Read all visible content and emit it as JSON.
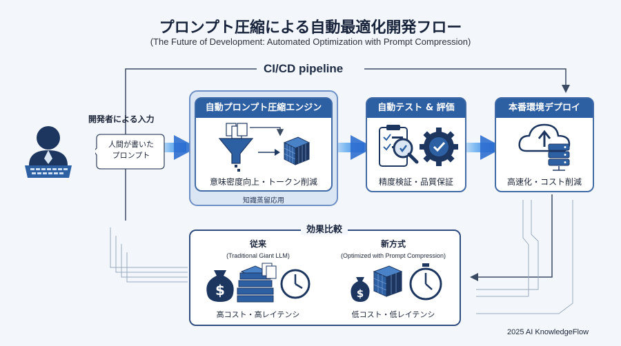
{
  "title": "プロンプト圧縮による自動最適化開発フロー",
  "subtitle": "(The Future of Development: Automated Optimization with Prompt Compression)",
  "pipeline": {
    "label": "CI/CD pipeline"
  },
  "input": {
    "heading": "開発者による入力",
    "bubble_line1": "人間が書いた",
    "bubble_line2": "プロンプト"
  },
  "engine": {
    "header": "自動プロンプト圧縮エンジン",
    "caption": "意味密度向上・トークン削減",
    "footer": "知識蒸留応用"
  },
  "testing": {
    "header": "自動テスト & 評価",
    "caption": "精度検証・品質保証"
  },
  "deploy": {
    "header": "本番環境デプロイ",
    "caption": "高速化・コスト削減"
  },
  "comparison": {
    "heading": "効果比較",
    "traditional": {
      "title": "従来",
      "subtitle": "(Traditional Giant LLM)",
      "caption": "高コスト・高レイテンシ"
    },
    "optimized": {
      "title": "新方式",
      "subtitle": "(Optimized with Prompt Compression)",
      "caption": "低コスト・低レイテンシ"
    }
  },
  "footer": {
    "credit": "2025 AI KnowledgeFlow"
  },
  "colors": {
    "primary": "#2d5fa3",
    "dark_navy": "#1d3660",
    "glow": "#5aa7f0",
    "background": "#f3f6fa"
  }
}
